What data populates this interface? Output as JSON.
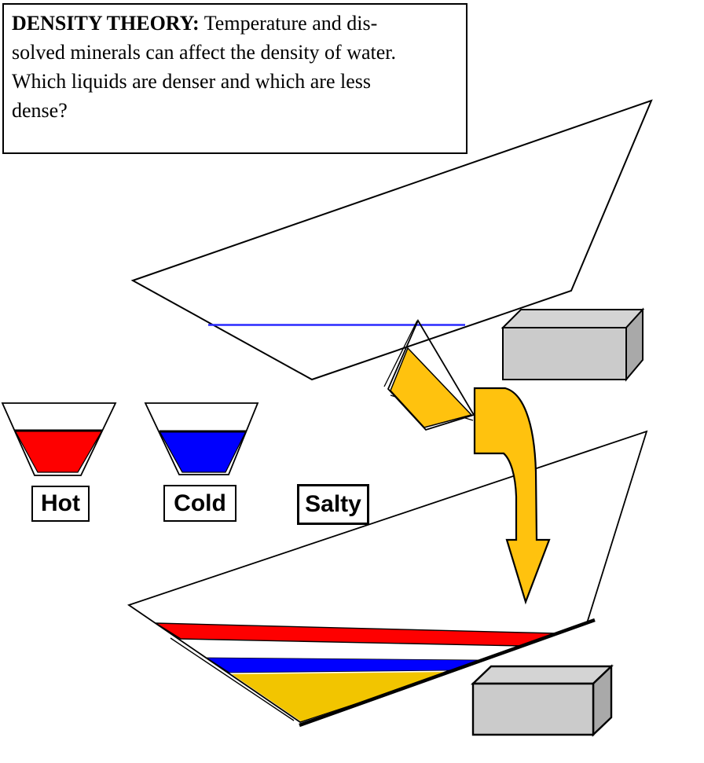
{
  "density_box": {
    "lead": "DENSITY THEORY:",
    "line1": "Temperature and dis-",
    "line2": "solved minerals can affect the density of water.",
    "line3": "Which liquids are denser and which are less",
    "line4": "dense?"
  },
  "labels": {
    "hot": "Hot",
    "cold": "Cold",
    "salty": "Salty"
  },
  "colors": {
    "red": "#FE0000",
    "blue": "#0000FE",
    "gold": "#FFC20E",
    "gold_deep": "#F2C500",
    "water_line": "#2A2AFF",
    "block_front": "#CBCBCB",
    "block_top": "#D4D4D4",
    "block_side": "#A9A9A9",
    "ink": "#000000",
    "white": "#FFFFFF"
  }
}
